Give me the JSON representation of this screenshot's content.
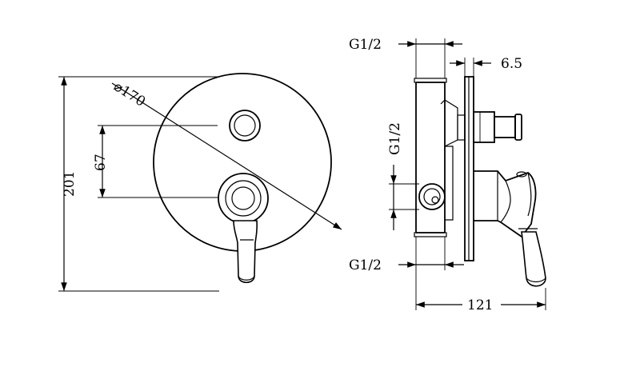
{
  "labels": {
    "dia_170": "⌀170",
    "dim_67": "67",
    "dim_201": "201",
    "g12_top": "G1/2",
    "g12_left": "G1/2",
    "g12_bottom": "G1/2",
    "dim_6_5": "6.5",
    "dim_121": "121"
  }
}
